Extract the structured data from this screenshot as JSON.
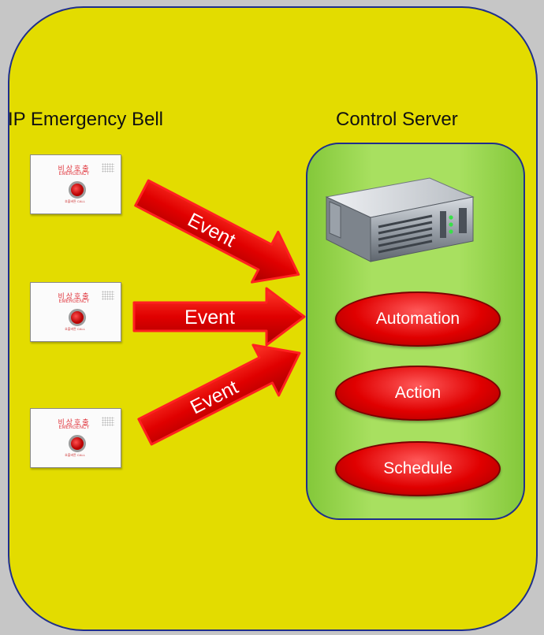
{
  "headings": {
    "bells": "IP Emergency Bell",
    "server": "Control Server"
  },
  "bell_panel": {
    "korean_label": "비상호출",
    "english_label": "EMERGENCY",
    "small_label": "호출버튼 CALL"
  },
  "arrows": [
    {
      "label": "Event"
    },
    {
      "label": "Event"
    },
    {
      "label": "Event"
    }
  ],
  "functions": [
    {
      "label": "Automation"
    },
    {
      "label": "Action"
    },
    {
      "label": "Schedule"
    }
  ],
  "colors": {
    "background": "#e3dc00",
    "server_box": "#a8e060",
    "arrow": "#e30000",
    "function_pill": "#e00000",
    "border": "#1f2f8c"
  }
}
